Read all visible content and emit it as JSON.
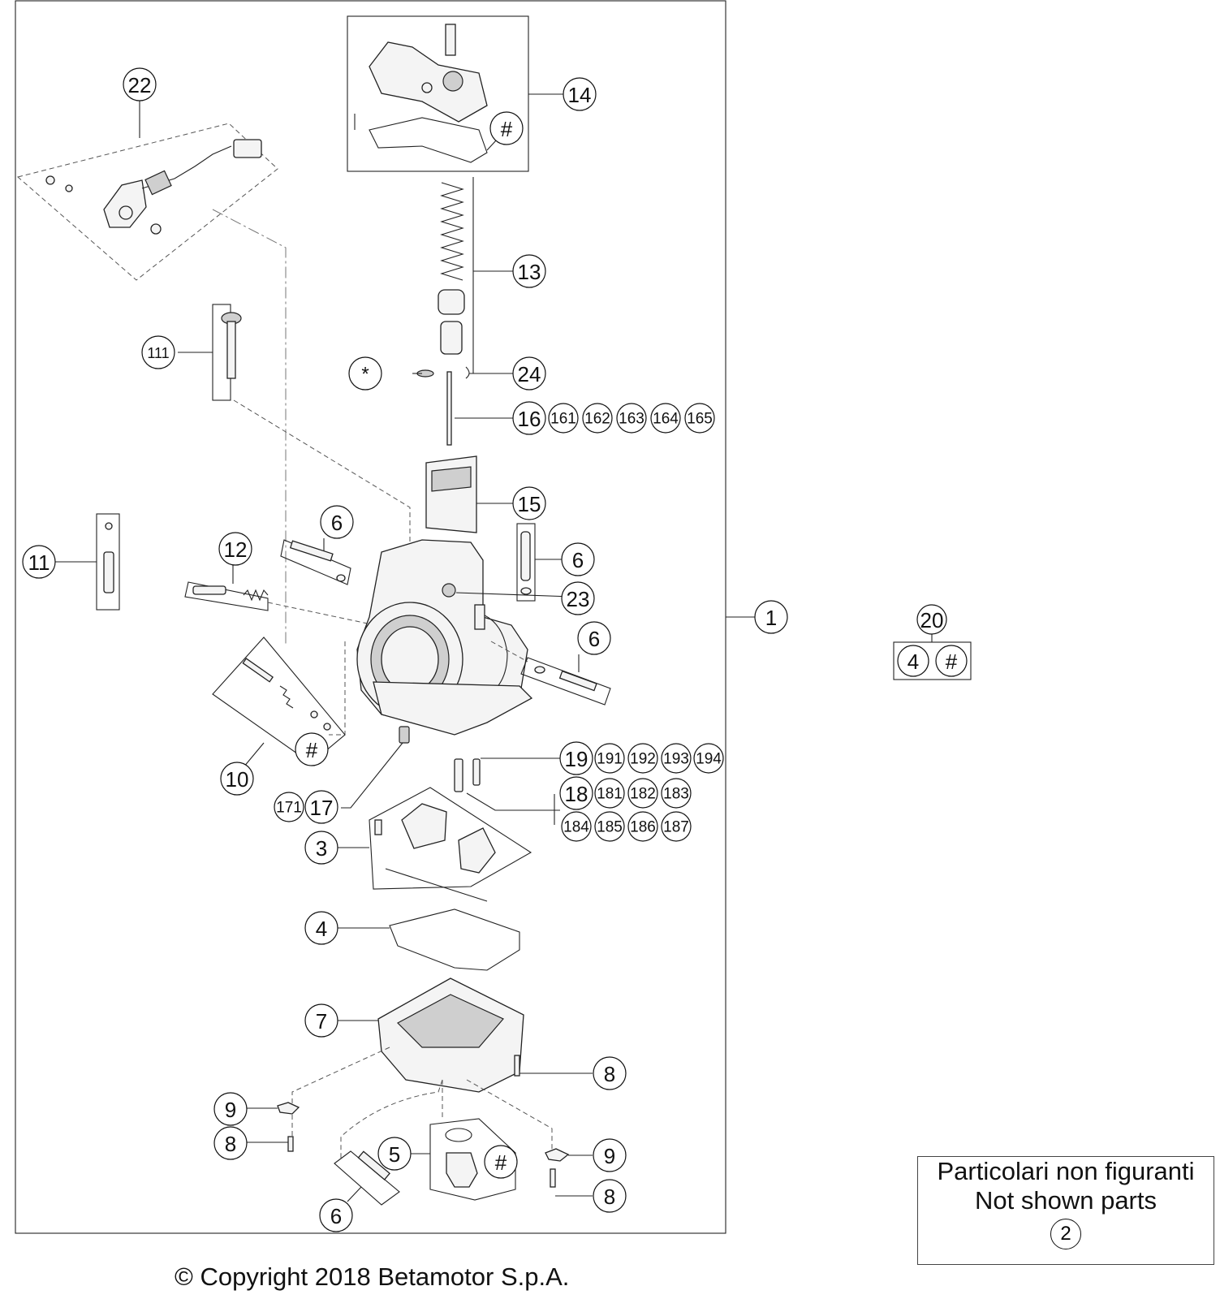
{
  "callouts": [
    {
      "id": "c22",
      "label": "22"
    },
    {
      "id": "c14",
      "label": "14"
    },
    {
      "id": "c14h",
      "label": "#"
    },
    {
      "id": "c13",
      "label": "13"
    },
    {
      "id": "c111",
      "label": "111"
    },
    {
      "id": "cstar",
      "label": "*"
    },
    {
      "id": "c24",
      "label": "24"
    },
    {
      "id": "c16",
      "label": "16"
    },
    {
      "id": "c161",
      "label": "161"
    },
    {
      "id": "c162",
      "label": "162"
    },
    {
      "id": "c163",
      "label": "163"
    },
    {
      "id": "c164",
      "label": "164"
    },
    {
      "id": "c165",
      "label": "165"
    },
    {
      "id": "c15",
      "label": "15"
    },
    {
      "id": "c6a",
      "label": "6"
    },
    {
      "id": "c6b",
      "label": "6"
    },
    {
      "id": "c12",
      "label": "12"
    },
    {
      "id": "c11",
      "label": "11"
    },
    {
      "id": "c23",
      "label": "23"
    },
    {
      "id": "c1",
      "label": "1"
    },
    {
      "id": "c20",
      "label": "20"
    },
    {
      "id": "c20a",
      "label": "4"
    },
    {
      "id": "c20b",
      "label": "#"
    },
    {
      "id": "c6c",
      "label": "6"
    },
    {
      "id": "c10h",
      "label": "#"
    },
    {
      "id": "c10",
      "label": "10"
    },
    {
      "id": "c19",
      "label": "19"
    },
    {
      "id": "c191",
      "label": "191"
    },
    {
      "id": "c192",
      "label": "192"
    },
    {
      "id": "c193",
      "label": "193"
    },
    {
      "id": "c194",
      "label": "194"
    },
    {
      "id": "c18",
      "label": "18"
    },
    {
      "id": "c181",
      "label": "181"
    },
    {
      "id": "c182",
      "label": "182"
    },
    {
      "id": "c183",
      "label": "183"
    },
    {
      "id": "c184",
      "label": "184"
    },
    {
      "id": "c185",
      "label": "185"
    },
    {
      "id": "c186",
      "label": "186"
    },
    {
      "id": "c187",
      "label": "187"
    },
    {
      "id": "c171",
      "label": "171"
    },
    {
      "id": "c17",
      "label": "17"
    },
    {
      "id": "c3",
      "label": "3"
    },
    {
      "id": "c4",
      "label": "4"
    },
    {
      "id": "c7",
      "label": "7"
    },
    {
      "id": "c8a",
      "label": "8"
    },
    {
      "id": "c9a",
      "label": "9"
    },
    {
      "id": "c8b",
      "label": "8"
    },
    {
      "id": "c5",
      "label": "5"
    },
    {
      "id": "c5h",
      "label": "#"
    },
    {
      "id": "c9b",
      "label": "9"
    },
    {
      "id": "c8c",
      "label": "8"
    },
    {
      "id": "c6d",
      "label": "6"
    }
  ],
  "not_shown": {
    "line1": "Particolari non figuranti",
    "line2": "Not shown parts",
    "number": "2"
  },
  "copyright": "© Copyright 2018 Betamotor S.p.A."
}
